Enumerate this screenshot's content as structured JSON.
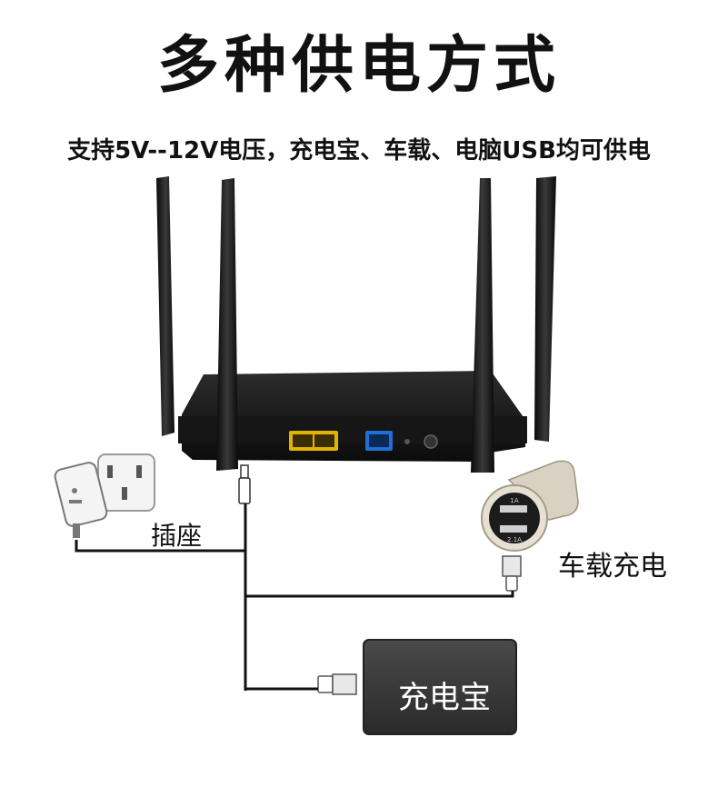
{
  "title": "多种供电方式",
  "subtitle": "支持5V--12V电压，充电宝、车载、电脑USB均可供电",
  "labels": {
    "socket": "插座",
    "car_charger": "车载充电",
    "power_bank": "充电宝"
  },
  "car_charger_ports": {
    "top": "1A",
    "bottom": "2.1A"
  },
  "colors": {
    "router_body": "#1a1a1a",
    "lan_ports": "#e0b400",
    "wan_port": "#1e6fd8",
    "power_bank": "#3a3a3a",
    "car_charger_body": "#d9d2c2",
    "wire": "#111111"
  },
  "icons": [
    "router-icon",
    "power-adapter-icon",
    "wall-socket-icon",
    "car-charger-icon",
    "usb-plug-icon",
    "dc-plug-icon",
    "power-bank-icon"
  ]
}
